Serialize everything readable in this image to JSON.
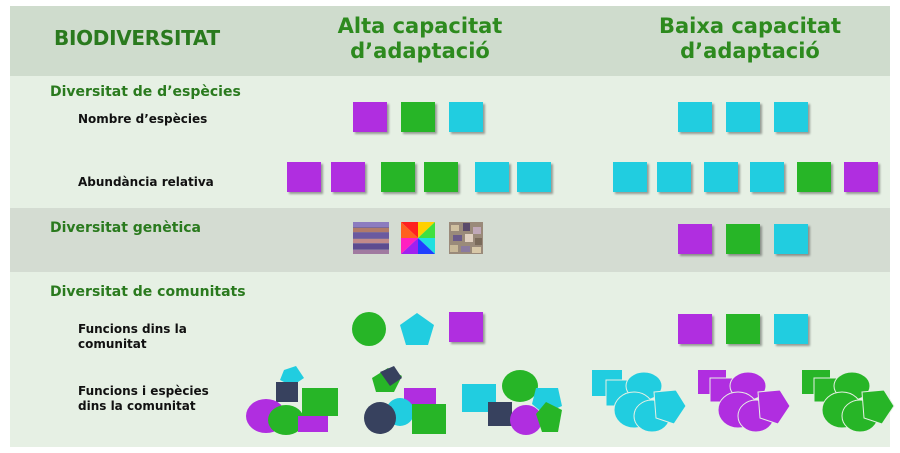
{
  "header": {
    "title": "BIODIVERSITAT",
    "col_high": "Alta capacitat d’adaptació",
    "col_low": "Baixa capacitat d’adaptació"
  },
  "sections": {
    "species": {
      "label": "Diversitat de d’espècies",
      "rows": {
        "count": "Nombre d’espècies",
        "abundance": "Abundància relativa"
      }
    },
    "genetic": {
      "label": "Diversitat genètica"
    },
    "communities": {
      "label": "Diversitat de comunitats",
      "rows": {
        "functions": "Funcions dins la comunitat",
        "functions_species": "Funcions i espècies dins la comunitat"
      }
    }
  },
  "colors": {
    "purple": "#b02ee0",
    "green": "#27b527",
    "cyan": "#21cde0",
    "title_green": "#2a7a1e"
  }
}
